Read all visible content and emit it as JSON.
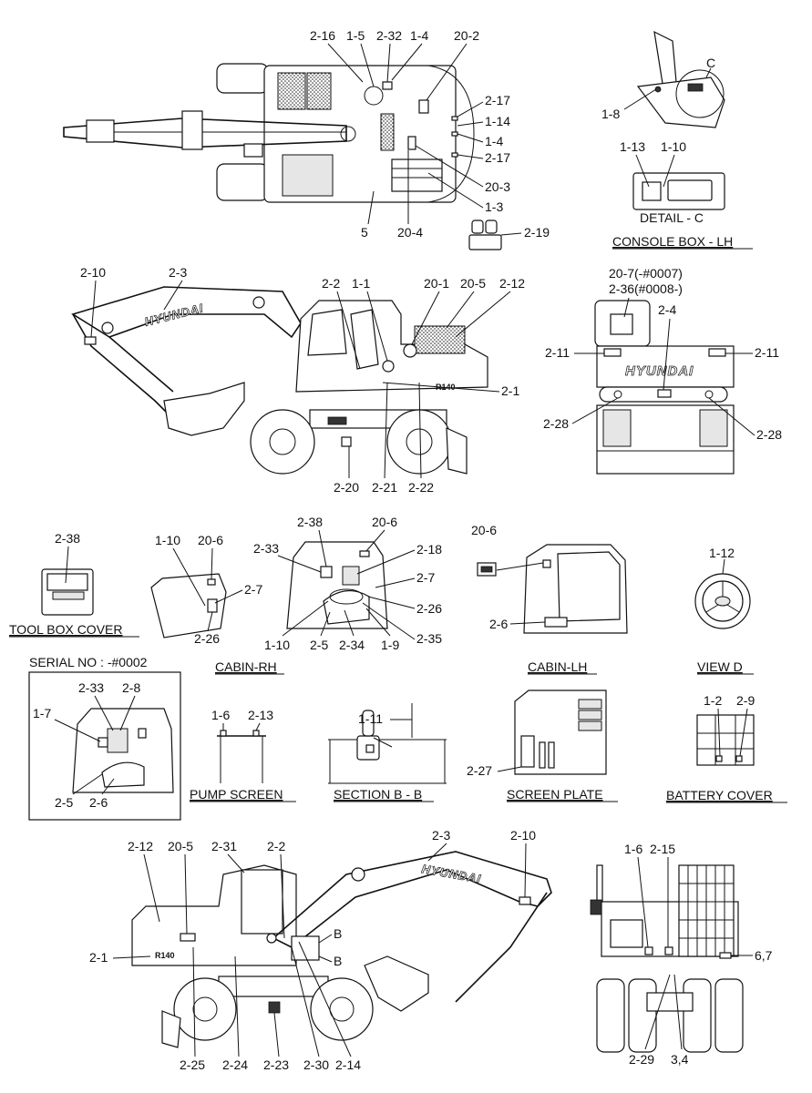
{
  "callouts": {
    "top_view": [
      "2-16",
      "1-5",
      "2-32",
      "1-4",
      "20-2",
      "2-17",
      "1-14",
      "1-4",
      "2-17",
      "20-3",
      "1-3",
      "5",
      "20-4",
      "2-19"
    ],
    "console": [
      "C",
      "1-8",
      "1-13",
      "1-10"
    ],
    "side_left": [
      "2-10",
      "2-3",
      "2-2",
      "1-1",
      "20-1",
      "20-5",
      "2-12",
      "2-1",
      "2-20",
      "2-21",
      "2-22"
    ],
    "rear": [
      "20-7(-#0007)",
      "2-36(#0008-)",
      "2-4",
      "2-11",
      "2-11",
      "2-28",
      "2-28"
    ],
    "tool_box": [
      "2-38"
    ],
    "cabin_rh_outer": [
      "1-10",
      "20-6",
      "2-7",
      "2-26"
    ],
    "cabin_rh_inner": [
      "2-38",
      "20-6",
      "2-33",
      "2-18",
      "2-7",
      "2-26",
      "2-35",
      "1-10",
      "2-5",
      "2-34",
      "1-9"
    ],
    "cabin_lh": [
      "20-6",
      "2-6"
    ],
    "view_d": [
      "1-12"
    ],
    "serial_box": [
      "2-33",
      "2-8",
      "1-7",
      "2-5",
      "2-6"
    ],
    "pump_screen": [
      "1-6",
      "2-13"
    ],
    "section_bb": [
      "1-11"
    ],
    "screen_plate": [
      "2-27"
    ],
    "battery_cover": [
      "1-2",
      "2-9"
    ],
    "side_right": [
      "2-12",
      "20-5",
      "2-31",
      "2-2",
      "2-3",
      "2-10",
      "B",
      "B",
      "2-1",
      "2-25",
      "2-24",
      "2-23",
      "2-30",
      "2-14"
    ],
    "front": [
      "1-6",
      "2-15",
      "6,7",
      "2-29",
      "3,4"
    ]
  },
  "captions": {
    "detail_c": "DETAIL - C",
    "console_box": "CONSOLE BOX - LH",
    "tool_box_cover": "TOOL BOX COVER",
    "cabin_rh": "CABIN-RH",
    "cabin_lh": "CABIN-LH",
    "view_d": "VIEW  D",
    "serial_no": "SERIAL NO : -#0002",
    "pump_screen": "PUMP SCREEN",
    "section_bb": "SECTION B - B",
    "screen_plate": "SCREEN PLATE",
    "battery_cover": "BATTERY COVER"
  },
  "brand": {
    "name": "HYUNDAI",
    "model": "R140"
  },
  "colors": {
    "ink": "#111111",
    "paper": "#ffffff"
  }
}
